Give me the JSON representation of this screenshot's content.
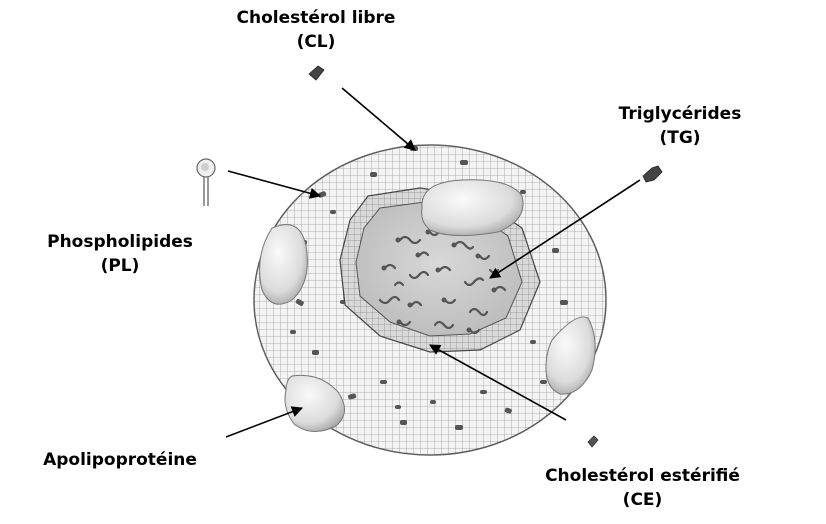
{
  "labels": {
    "cholesterol_libre": {
      "name": "Cholestérol libre",
      "abbr": "(CL)"
    },
    "triglycerides": {
      "name": "Triglycérides",
      "abbr": "(TG)"
    },
    "phospholipides": {
      "name": "Phospholipides",
      "abbr": "(PL)"
    },
    "apolipoproteine": {
      "name": "Apolipoprotéine"
    },
    "cholesterol_esterifie": {
      "name": "Cholestérol estérifié",
      "abbr": "(CE)"
    }
  },
  "colors": {
    "surface_light": "#f2f2f2",
    "surface_grid": "#9a9a9a",
    "molecule_dark": "#555555",
    "core_fill": "#c8c8c8",
    "protein_light": "#e6e6e6",
    "arrow": "#000000"
  }
}
